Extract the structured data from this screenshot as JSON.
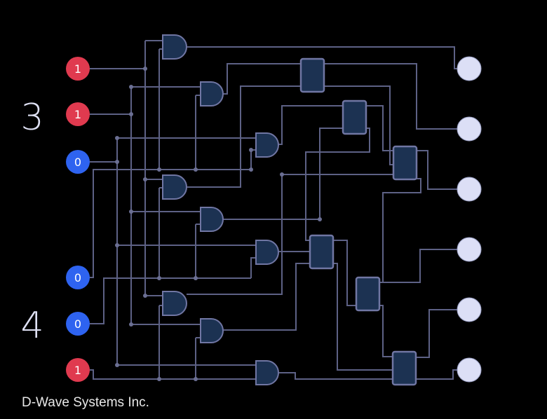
{
  "diagram": {
    "title": "Binary multiplier circuit",
    "operand_a": {
      "label": "3",
      "bits": [
        "1",
        "1",
        "0"
      ]
    },
    "operand_b": {
      "label": "4",
      "bits": [
        "0",
        "0",
        "1"
      ]
    },
    "output_count": 6,
    "and_gate_count": 9,
    "adder_count": 6,
    "colors": {
      "bit_one": "#e03a4f",
      "bit_zero": "#2e63f0",
      "output_node": "#dcdff6",
      "gate_fill": "#1c3252",
      "wire": "#5d6185"
    }
  },
  "footer": {
    "credit": "D-Wave Systems Inc."
  }
}
